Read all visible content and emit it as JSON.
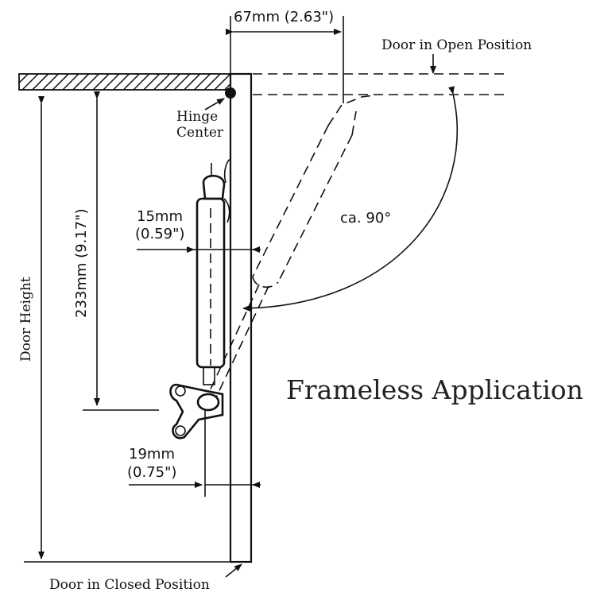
{
  "title": "Frameless Application",
  "labels": {
    "door_open": "Door in Open Position",
    "door_closed": "Door in Closed Position",
    "hinge_line1": "Hinge",
    "hinge_line2": "Center",
    "door_height": "Door Height",
    "dim_233": "233mm (9.17\")",
    "dim_67": "67mm (2.63\")",
    "dim_15_line1": "15mm",
    "dim_15_line2": "(0.59\")",
    "dim_19_line1": "19mm",
    "dim_19_line2": "(0.75\")",
    "angle": "ca. 90°"
  }
}
